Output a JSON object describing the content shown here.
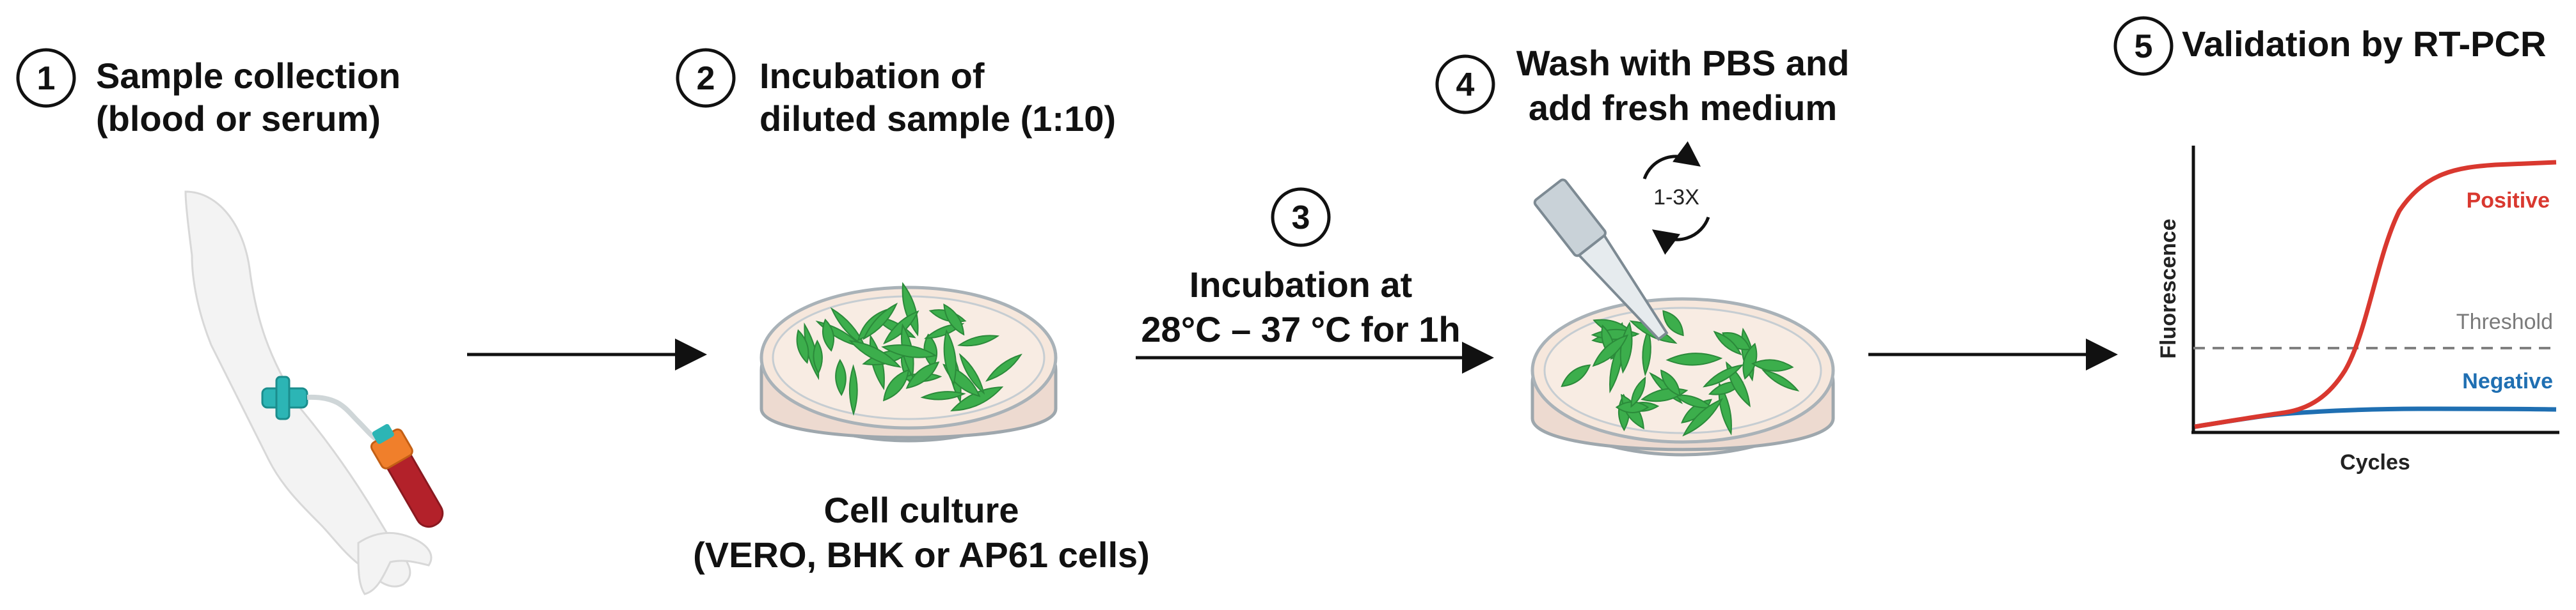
{
  "steps": [
    {
      "number": "1",
      "line1": "Sample collection",
      "line2": "(blood or serum)"
    },
    {
      "number": "2",
      "line1": "Incubation of",
      "line2": "diluted sample (1:10)"
    },
    {
      "number": "3",
      "line1": "Incubation at",
      "line2": "28°C – 37 °C for 1h"
    },
    {
      "number": "4",
      "line1": "Wash with PBS and",
      "line2": "add fresh medium"
    },
    {
      "number": "5",
      "line1": "Validation by RT-PCR"
    }
  ],
  "cell_culture": {
    "line1": "Cell culture",
    "line2": "(VERO, BHK or AP61 cells)"
  },
  "wash_repeat": "1-3X",
  "chart_data": {
    "type": "line",
    "xlabel": "Cycles",
    "ylabel": "Fluorescence",
    "threshold_label": "Threshold",
    "series": [
      {
        "name": "Positive",
        "color": "#d9382f"
      },
      {
        "name": "Negative",
        "color": "#1f6fb2"
      }
    ],
    "threshold_color": "#808080"
  },
  "colors": {
    "positive": "#d9382f",
    "negative": "#1f6fb2",
    "cells": "#3cae4c",
    "medium": "#f6e7dc",
    "arm": "#f2f2f2",
    "tube_red": "#b3212a",
    "needle_teal": "#2cb5b5"
  }
}
